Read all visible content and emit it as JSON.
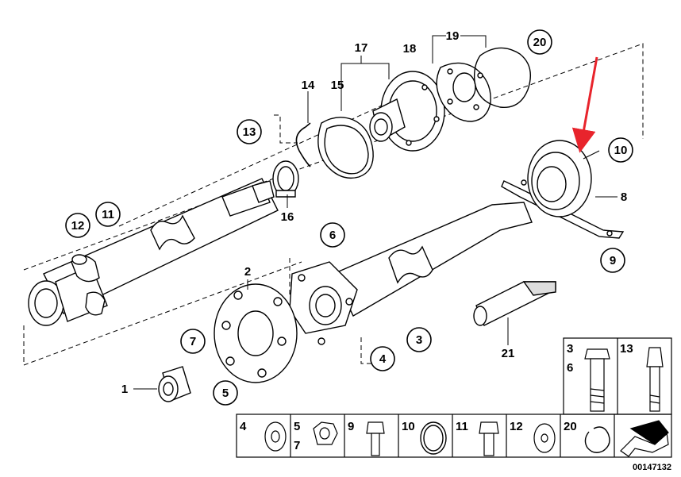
{
  "diagram": {
    "circled_callouts": [
      {
        "id": "c1",
        "label": "13"
      },
      {
        "id": "c2",
        "label": "20"
      },
      {
        "id": "c3",
        "label": "10"
      },
      {
        "id": "c4",
        "label": "12"
      },
      {
        "id": "c5",
        "label": "11"
      },
      {
        "id": "c6",
        "label": "6"
      },
      {
        "id": "c7",
        "label": "9"
      },
      {
        "id": "c8",
        "label": "7"
      },
      {
        "id": "c9",
        "label": "3"
      },
      {
        "id": "c10",
        "label": "4"
      },
      {
        "id": "c11",
        "label": "5"
      }
    ],
    "plain_labels": [
      {
        "id": "p1",
        "label": "17"
      },
      {
        "id": "p2",
        "label": "19"
      },
      {
        "id": "p3",
        "label": "18"
      },
      {
        "id": "p4",
        "label": "14"
      },
      {
        "id": "p5",
        "label": "15"
      },
      {
        "id": "p6",
        "label": "16"
      },
      {
        "id": "p7",
        "label": "8"
      },
      {
        "id": "p8",
        "label": "2"
      },
      {
        "id": "p9",
        "label": "21"
      },
      {
        "id": "p10",
        "label": "1"
      }
    ],
    "hardware_table": {
      "top_cells": [
        {
          "labels": [
            "3",
            "6"
          ],
          "icon": "hex-bolt-long-icon"
        },
        {
          "labels": [
            "13"
          ],
          "icon": "socket-bolt-icon"
        }
      ],
      "arrow_cell": {
        "icon": "direction-arrow-icon"
      },
      "bottom_cells": [
        {
          "labels": [
            "4"
          ],
          "icon": "washer-icon"
        },
        {
          "labels": [
            "5",
            "7"
          ],
          "icon": "hex-nut-icon"
        },
        {
          "labels": [
            "9"
          ],
          "icon": "flange-bolt-icon"
        },
        {
          "labels": [
            "10"
          ],
          "icon": "ring-icon"
        },
        {
          "labels": [
            "11"
          ],
          "icon": "flange-bolt-icon"
        },
        {
          "labels": [
            "12"
          ],
          "icon": "washer-icon"
        },
        {
          "labels": [
            "20"
          ],
          "icon": "circlip-icon"
        }
      ]
    },
    "diagram_number": "00147132",
    "highlight": {
      "color": "#e8242c",
      "icon": "red-arrow-icon"
    }
  }
}
